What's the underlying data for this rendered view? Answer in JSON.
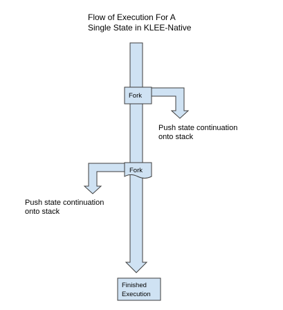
{
  "diagram": {
    "title_line1": "Flow of Execution For A",
    "title_line2": "Single State in KLEE-Native",
    "fork_1_label": "Fork",
    "fork_2_label": "Fork",
    "branch_1_label_line1": "Push state continuation",
    "branch_1_label_line2": "onto stack",
    "branch_2_label_line1": "Push state continuation",
    "branch_2_label_line2": "onto stack",
    "end_label_line1": "Finished",
    "end_label_line2": "Execution"
  },
  "colors": {
    "shape_fill": "#cfe2f3",
    "shape_stroke": "#3c3c3c",
    "text": "#000000"
  }
}
